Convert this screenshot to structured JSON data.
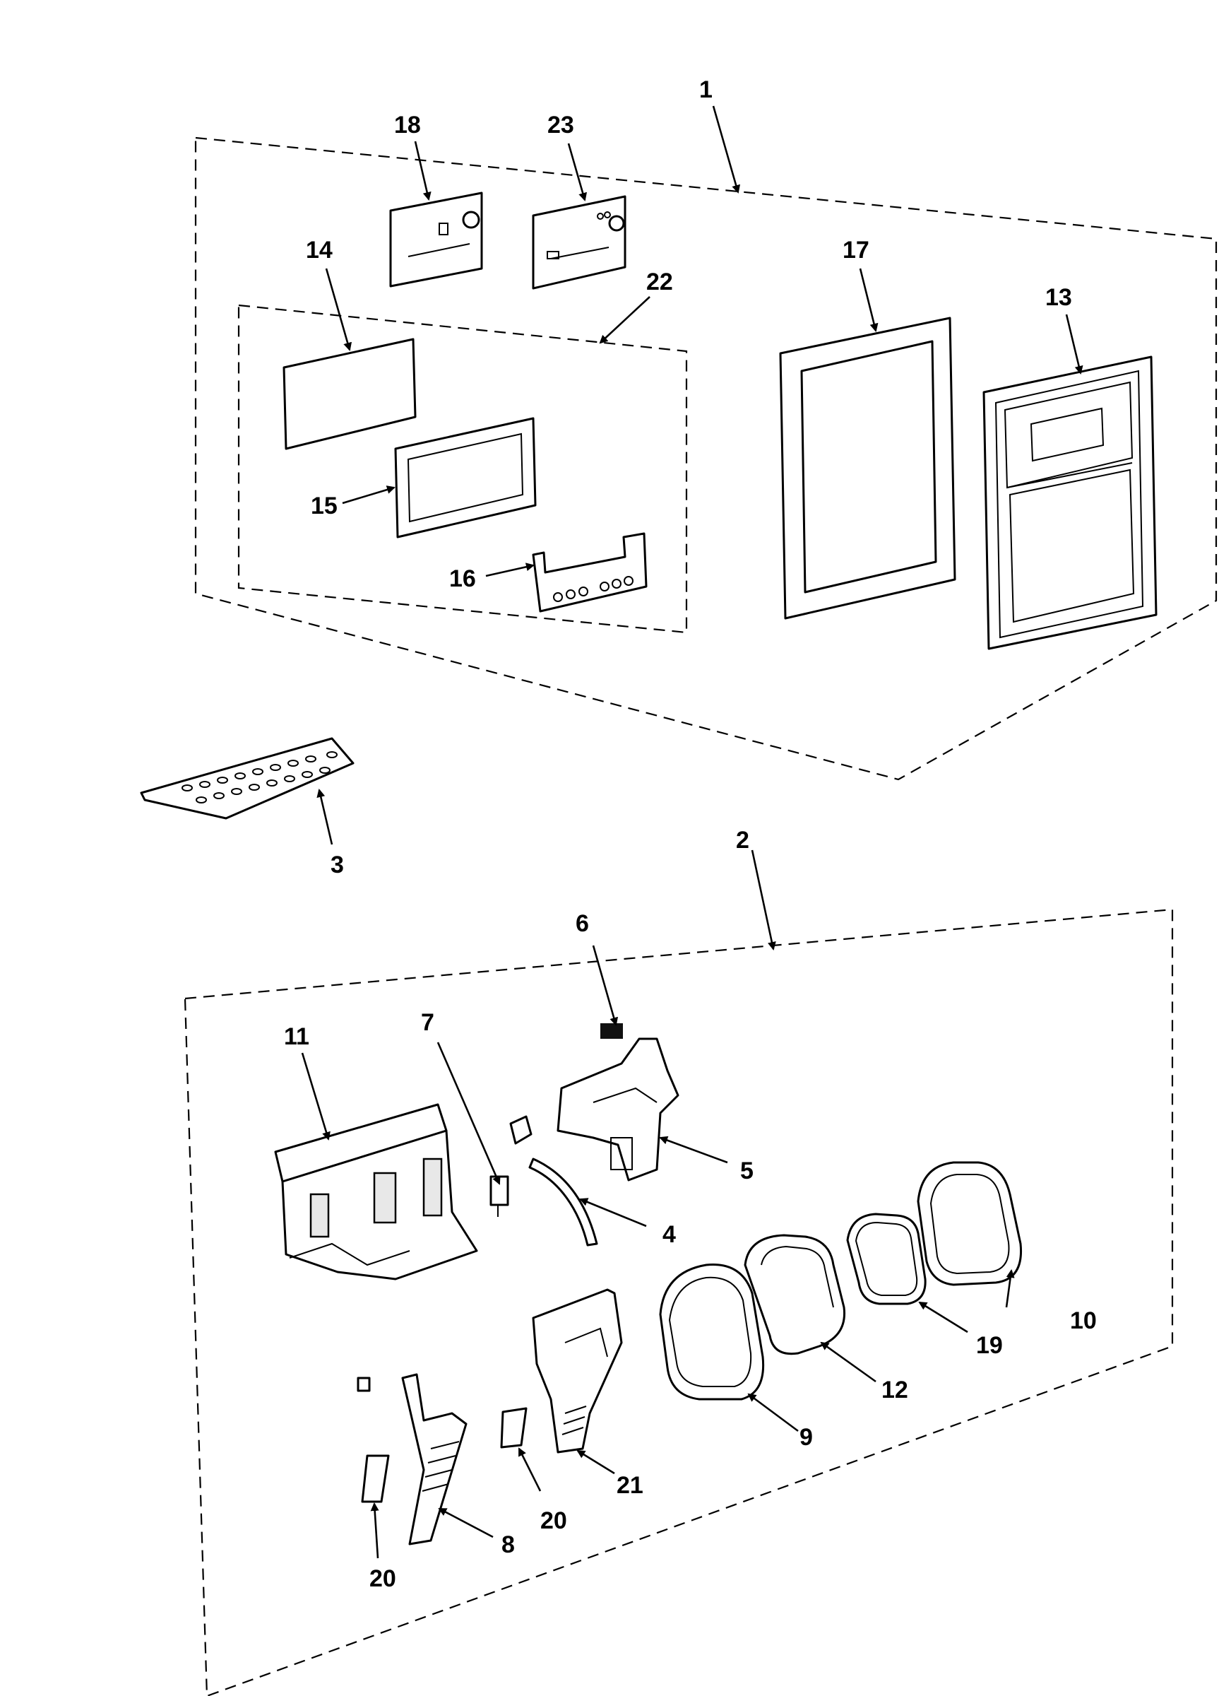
{
  "diagram": {
    "labels": {
      "l1": "1",
      "l2": "2",
      "l3": "3",
      "l4": "4",
      "l5": "5",
      "l6": "6",
      "l7": "7",
      "l8": "8",
      "l9": "9",
      "l10": "10",
      "l11": "11",
      "l12": "12",
      "l13": "13",
      "l14": "14",
      "l15": "15",
      "l16": "16",
      "l17": "17",
      "l18": "18",
      "l19": "19",
      "l20a": "20",
      "l20b": "20",
      "l21": "21",
      "l22": "22",
      "l23": "23"
    }
  }
}
